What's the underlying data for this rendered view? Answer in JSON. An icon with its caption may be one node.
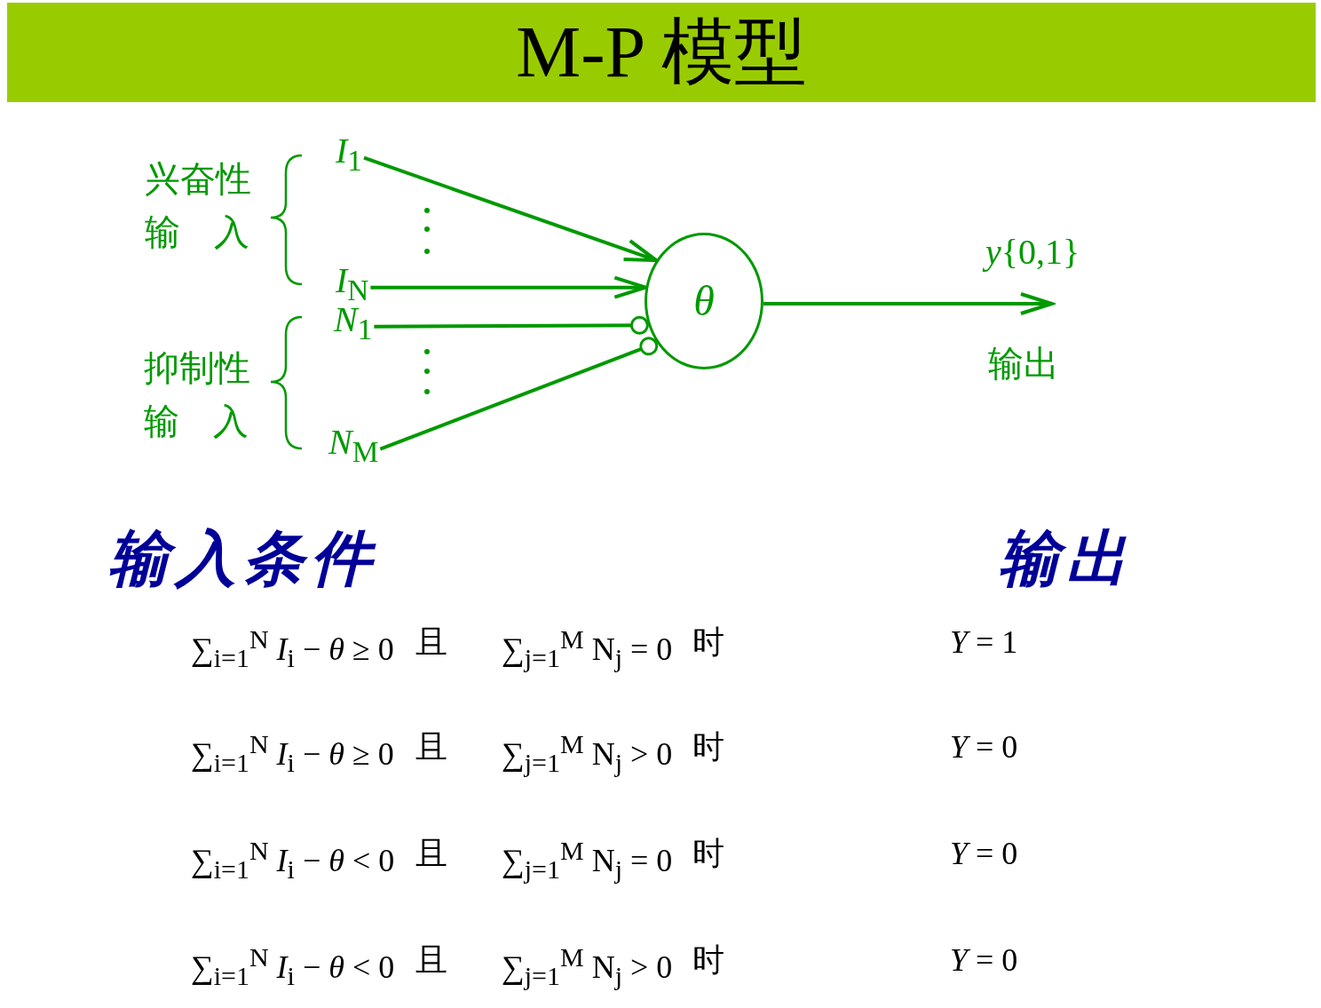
{
  "diagram": {
    "title": "M-P 模型",
    "nodes": [
      {
        "text": [
          "*I*$_{1}$"
        ]
      },
      {
        "text": [
          "*I*$_{N}$"
        ]
      },
      {
        "text": [
          "*N*$_{1}$"
        ]
      },
      {
        "text": [
          "*N*$_{M}$"
        ]
      },
      {
        "text": [
          "*θ*"
        ]
      }
    ],
    "edges": [
      {
        "from": 0,
        "to": 4,
        "arrow": "to"
      },
      {
        "from": 1,
        "to": 4,
        "arrow": "to"
      },
      {
        "from": 2,
        "to": 4,
        "arrow": "other"
      },
      {
        "from": 3,
        "to": 4,
        "arrow": "other"
      },
      {
        "from": 4,
        "to": null,
        "arrow": "to"
      }
    ],
    "labels": [
      "兴奋性",
      "输入",
      "*y*{0,1}",
      "抑制性",
      "输出",
      "输入",
      "输入条件",
      "输出",
      "∑$_{i=1}$$^{N}$ *I*$_{i}$ − *θ* ≥ 0",
      "且",
      "∑$_{j=1}$$^{M}$ N$_{j}$ = 0",
      "时",
      "*Y* = 1",
      "∑$_{i=1}$$^{N}$ *I*$_{i}$ − *θ* ≥ 0",
      "且",
      "∑$_{j=1}$$^{M}$ N$_{j}$ > 0",
      "时",
      "*Y* = 0",
      "∑$_{i=1}$$^{N}$ *I*$_{i}$ − *θ* < 0",
      "且",
      "∑$_{j=1}$$^{M}$ N$_{j}$ = 0",
      "时",
      "*Y* = 0",
      "∑$_{i=1}$$^{N}$ *I*$_{i}$ − *θ* < 0",
      "且",
      "∑$_{j=1}$$^{M}$ N$_{j}$ > 0",
      "时",
      "*Y* = 0"
    ]
  }
}
